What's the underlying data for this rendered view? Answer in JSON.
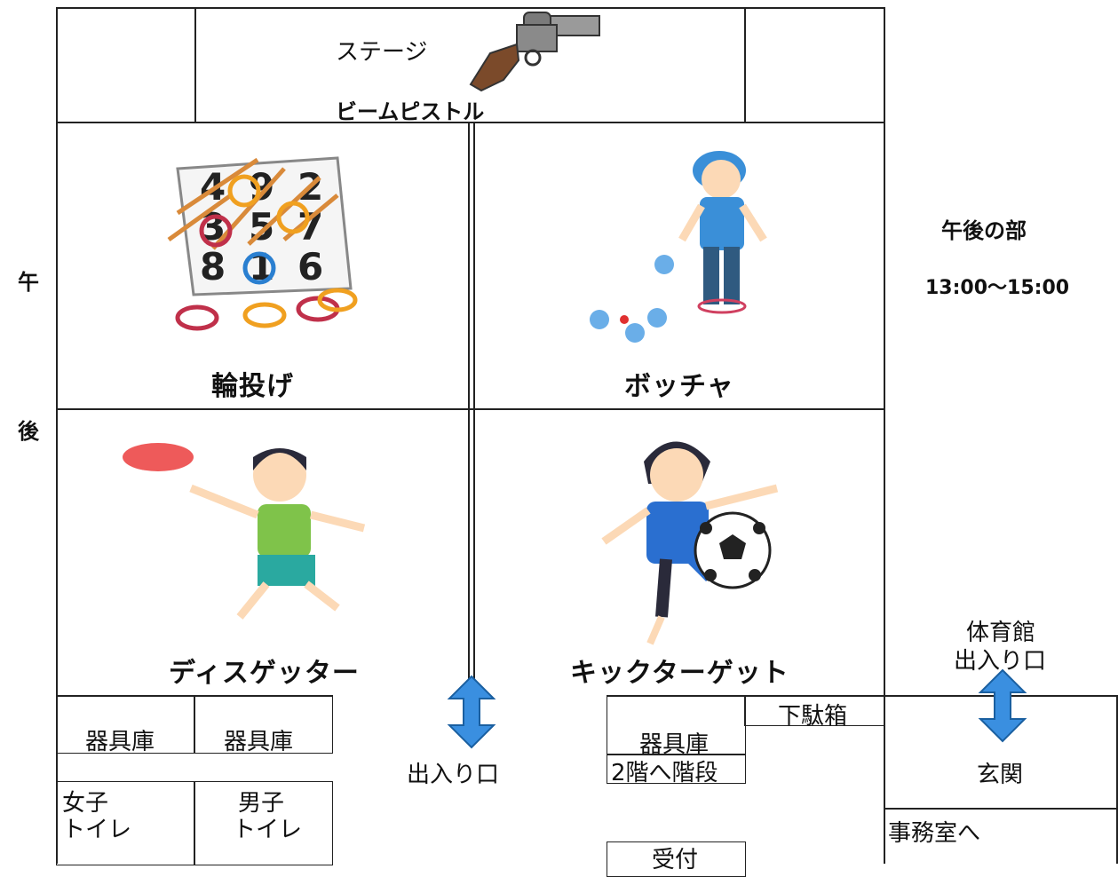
{
  "stage": {
    "label": "ステージ",
    "pistol_label": "ビームピストル"
  },
  "side": {
    "char1": "午",
    "char2": "後"
  },
  "schedule": {
    "title": "午後の部",
    "time": "13:00〜15:00"
  },
  "games": {
    "ring_toss": "輪投げ",
    "bocce": "ボッチャ",
    "disc_getter": "ディスゲッター",
    "kick_target": "キックターゲット"
  },
  "ring_board_numbers": [
    "4",
    "9",
    "2",
    "3",
    "5",
    "7",
    "8",
    "1",
    "6"
  ],
  "rooms": {
    "equipment1": "器具庫",
    "equipment2": "器具庫",
    "equipment3": "器具庫",
    "girls_toilet_line1": "女子",
    "girls_toilet_line2": "トイレ",
    "boys_toilet_line1": "男子",
    "boys_toilet_line2": "トイレ",
    "entrance": "出入り口",
    "stairs": "2階へ階段",
    "shoe_box": "下駄箱",
    "reception": "受付",
    "gym_entrance_line1": "体育館",
    "gym_entrance_line2": "出入り口",
    "front_hall": "玄関",
    "to_office": "事務室へ"
  }
}
